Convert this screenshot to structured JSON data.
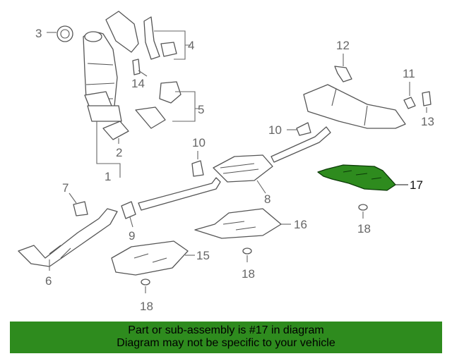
{
  "callouts": {
    "c1": "1",
    "c2": "2",
    "c3": "3",
    "c4": "4",
    "c5": "5",
    "c6": "6",
    "c7": "7",
    "c8": "8",
    "c9": "9",
    "c10": "10",
    "c11": "11",
    "c12": "12",
    "c13": "13",
    "c14": "14",
    "c15": "15",
    "c16": "16",
    "c17": "17",
    "c18a": "18",
    "c18b": "18",
    "c18c": "18"
  },
  "highlighted_part": "17",
  "colors": {
    "highlight": "#2e8b1e",
    "banner": "#2e8b1e",
    "line": "#555555"
  },
  "banner": {
    "line1": "Part or sub-assembly is #17 in diagram",
    "line2": "Diagram may not be specific to your vehicle"
  }
}
